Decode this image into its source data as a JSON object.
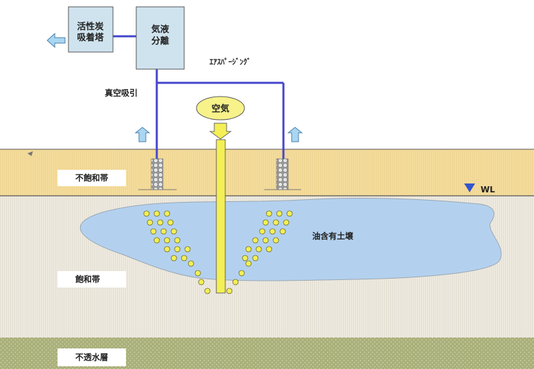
{
  "units": {
    "activated_carbon_tower": {
      "line1": "活性炭",
      "line2": "吸着塔"
    },
    "gas_liquid_separator": {
      "line1": "気液",
      "line2": "分離"
    }
  },
  "labels": {
    "air_sparging": "ｴｱｽﾊﾟｰｼﾞﾝｸﾞ",
    "vacuum_suction": "真空吸引",
    "air": "空気",
    "unsaturated_zone": "不飽和帯",
    "saturated_zone": "飽和帯",
    "impermeable_layer": "不透水層",
    "oil_contaminated_soil": "油含有土壌",
    "water_level": "WL"
  },
  "colors": {
    "unit_fill": "#cfe3ee",
    "pipe": "#4545cc",
    "arrow": "#a9d6f2",
    "unsaturated_soil": "#f4dc9c",
    "saturated_soil": "#eeeae0",
    "impermeable_soil": "#aab07a",
    "oil_plume": "#b3d1ef",
    "air_bubble": "#f3ef55",
    "air_balloon": "#f7f28a",
    "wl_marker": "#3355cc"
  }
}
